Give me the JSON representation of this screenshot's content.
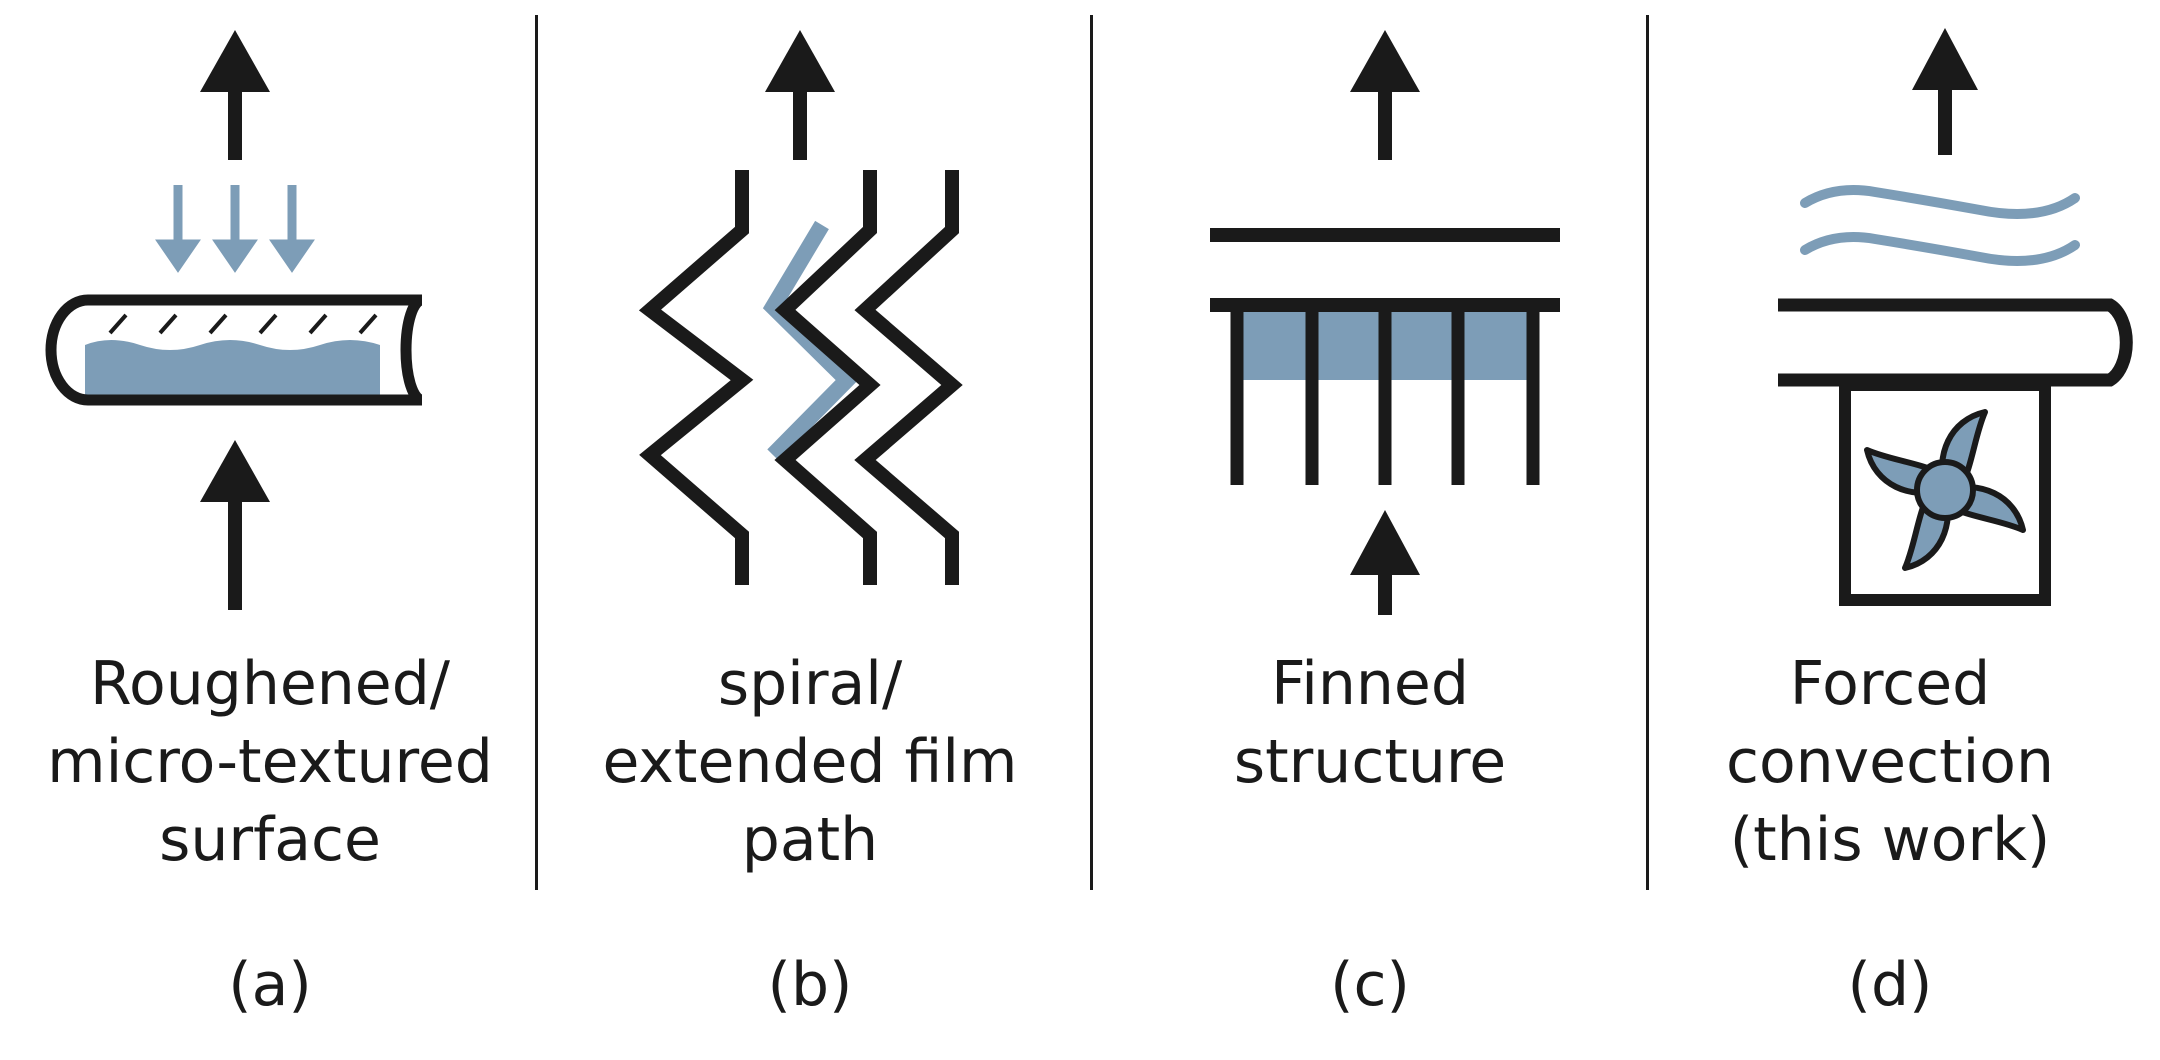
{
  "colors": {
    "ink": "#1a1a1a",
    "fluid": "#7d9db7",
    "background": "#ffffff"
  },
  "panels": [
    {
      "letter": "(a)",
      "caption_lines": [
        "Roughened/",
        "micro-textured",
        "surface"
      ]
    },
    {
      "letter": "(b)",
      "caption_lines": [
        "spiral/",
        "extended film",
        "path"
      ]
    },
    {
      "letter": "(c)",
      "caption_lines": [
        "Finned",
        "structure"
      ]
    },
    {
      "letter": "(d)",
      "caption_lines": [
        "Forced",
        "convection",
        "(this work)"
      ],
      "icon": "fan-icon"
    }
  ]
}
